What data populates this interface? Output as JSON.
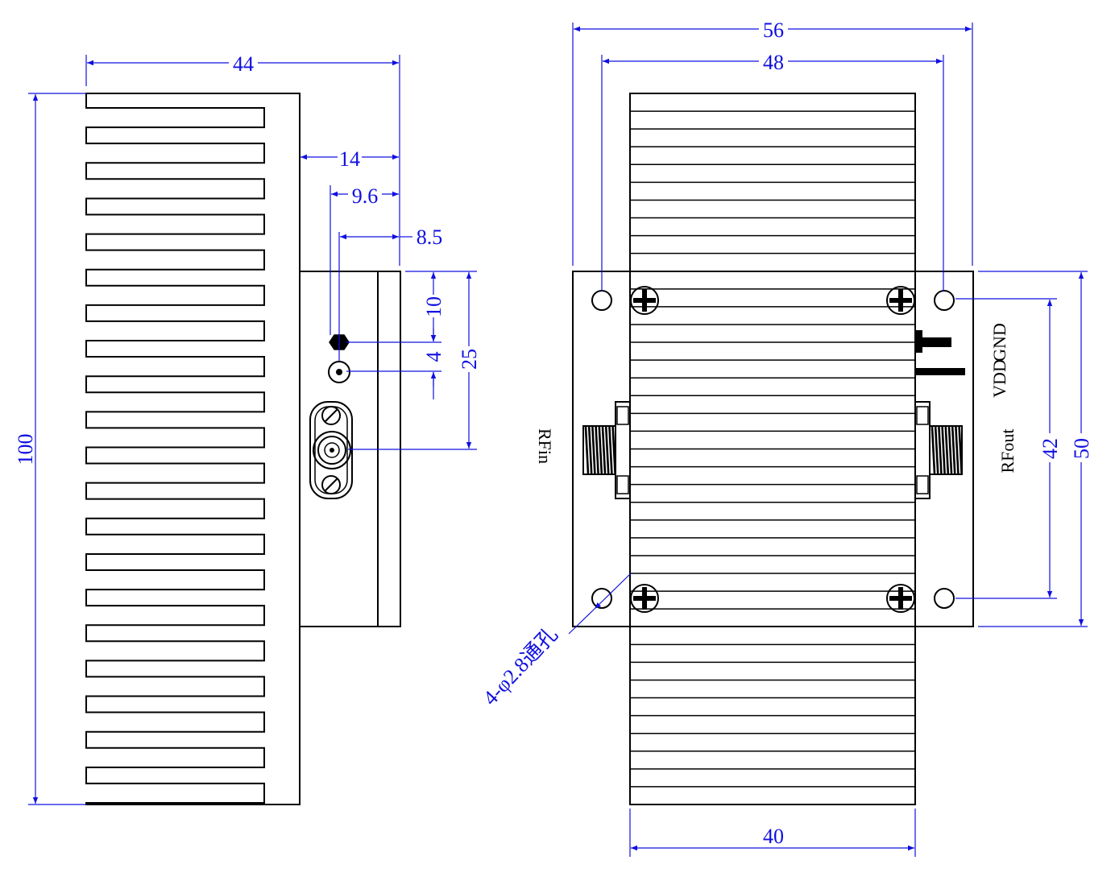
{
  "dimensions": {
    "d44": "44",
    "d14": "14",
    "d9_6": "9.6",
    "d8_5": "8.5",
    "d10": "10",
    "d4": "4",
    "d25": "25",
    "d100": "100",
    "d56": "56",
    "d48": "48",
    "d40": "40",
    "d42": "42",
    "d50": "50"
  },
  "labels": {
    "rf_in": "RFin",
    "rf_out": "RFout",
    "vdd": "VDD",
    "gnd": "GND",
    "holes": "4-φ2.8通孔"
  },
  "colors": {
    "outline": "#000000",
    "dimension": "#1010e0"
  }
}
